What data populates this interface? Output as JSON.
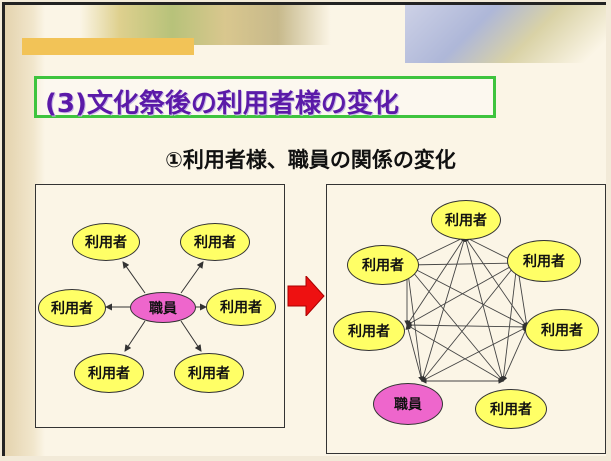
{
  "slide": {
    "title": "(3)文化祭後の利用者様の変化",
    "subtitle": "①利用者様、職員の関係の変化"
  },
  "before": {
    "center_label": "職員",
    "nodes": [
      "利用者",
      "利用者",
      "利用者",
      "利用者",
      "利用者",
      "利用者"
    ]
  },
  "after": {
    "staff_label": "職員",
    "nodes": [
      "利用者",
      "利用者",
      "利用者",
      "利用者",
      "利用者",
      "利用者"
    ]
  },
  "colors": {
    "user_fill": "#ffff66",
    "staff_fill": "#ee66cc",
    "title_border": "#3ec43e",
    "title_text": "#5b1aa8",
    "arrow": "#ee1111"
  }
}
